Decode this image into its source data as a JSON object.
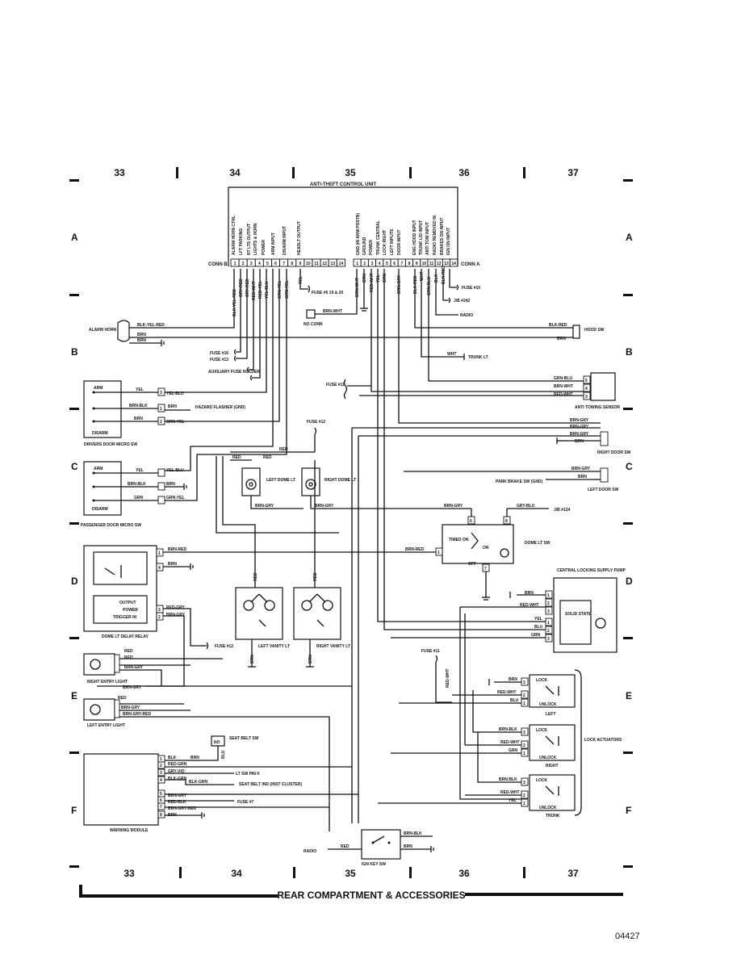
{
  "grid": {
    "columns": [
      "33",
      "34",
      "35",
      "36",
      "37"
    ],
    "rows": [
      "A",
      "B",
      "C",
      "D",
      "E",
      "F"
    ]
  },
  "footer_title": "REAR COMPARTMENT & ACCESSORIES",
  "figure_number": "04427",
  "control_unit": {
    "title": "ANTI-THEFT CONTROL UNIT",
    "conn_b_label": "CONN B",
    "conn_a_label": "CONN A",
    "conn_b_pins": [
      "1",
      "2",
      "3",
      "4",
      "5",
      "6",
      "7",
      "8",
      "9",
      "10",
      "11",
      "12",
      "13",
      "14"
    ],
    "conn_a_pins": [
      "1",
      "2",
      "3",
      "4",
      "5",
      "6",
      "7",
      "8",
      "9",
      "10",
      "11",
      "12",
      "13",
      "14"
    ],
    "conn_b_functions": [
      "ALARM HORN CTRL",
      "LFT PARKING",
      "RT LTS OUTPUT",
      "LIGHTS & HORN",
      "POWER",
      "ARM INPUT",
      "DISARM INPUT",
      "HEADLT OUTPUT"
    ],
    "conn_a_functions": [
      "GND (IN ARM POSTN)",
      "GROUND",
      "POWER",
      "TRUNK CENTRAL",
      "LOCK RIGHT",
      "LEFT INPUTS",
      "DOOR INPUT",
      "ENG HOOD INPUT",
      "TRUNK LID INPUT",
      "ANTI TOW INPUT",
      "RADIO REMOVED IN",
      "BRAKES ON INPUT",
      "IGN ON INPUT"
    ],
    "conn_b_wires": [
      "BLK-YEL-RED",
      "GRY-RED",
      "GRY-RED",
      "RED-WHT",
      "RED-YEL",
      "YEL-BLU",
      "GRN-YEL",
      "GRN-YEL",
      "YEL"
    ],
    "conn_a_wires": [
      "BRN-WHT",
      "BRN",
      "RED-WHT",
      "YEL",
      "GRN",
      "BRN-GRY",
      "BLK-RED",
      "WHT",
      "GRN-BLU",
      "BLK",
      "BLK-RED"
    ]
  },
  "fuses": [
    "FUSE #5 19 & 20",
    "FUSE #16",
    "FUSE #13",
    "AUXILIARY FUSE HOLDER",
    "FUSE #11",
    "FUSE #12",
    "FUSE #12",
    "FUSE #11",
    "FUSE #10",
    "J/B #242",
    "J/B #124",
    "FUSE #7"
  ],
  "top_right": {
    "radio": "RADIO",
    "hood_sw": "HOOD SW",
    "trunk_lt": "TRUNK LT",
    "no_conn": "NO CONN",
    "wire_blk_red": "BLK-RED",
    "wire_brn": "BRN",
    "wire_wht": "WHT",
    "wire_brn_wht": "BRN-WHT"
  },
  "anti_tow": {
    "label": "ANTI TOWING SENSOR",
    "wires": [
      "GRN-BLU",
      "BRN-WHT",
      "RED-WHT"
    ],
    "pins": [
      "5",
      "4",
      "3"
    ]
  },
  "right_door": {
    "label": "RIGHT DOOR SW",
    "wires": [
      "BRN-GRY",
      "BRN-GRY",
      "BRN-GRY",
      "BRN"
    ]
  },
  "left_door": {
    "label": "LEFT DOOR SW",
    "wires": [
      "BRN-GRY",
      "BRN"
    ],
    "park_brake": "PARK BRAKE SW (GND)"
  },
  "alarm_horn": {
    "label": "ALARM HORN",
    "wires": [
      "BLK-YEL-RED",
      "BRN",
      "BRN"
    ]
  },
  "drivers_door": {
    "label": "DRIVERS DOOR MICRO SW",
    "arm": "ARM",
    "disarm": "DISARM",
    "wires": [
      "YEL",
      "BRN-BLK",
      "BRN",
      "YEL-BLU",
      "BRN",
      "GRN-YEL"
    ],
    "pins": [
      "3",
      "1",
      "2"
    ],
    "hazard": "HAZARD FLASHER (GND)"
  },
  "passenger_door": {
    "label": "PASSENGER DOOR MICRO SW",
    "arm": "ARM",
    "disarm": "DISARM",
    "wires": [
      "YEL",
      "BRN-BLK",
      "GRN",
      "YEL-BLU",
      "BRN",
      "GRN-YEL"
    ]
  },
  "dome_lts": {
    "left": "LEFT DOME LT",
    "right": "RIGHT DOME LT",
    "wires": [
      "RED",
      "RED",
      "RED",
      "BRN-GRY",
      "BRN-GRY"
    ]
  },
  "dome_lt_sw": {
    "label": "DOME LT SW",
    "timed_on": "TIMED ON",
    "on": "ON",
    "off": "OFF",
    "pins": [
      "6",
      "8",
      "1",
      "7"
    ],
    "wires": [
      "BRN-GRY",
      "GRY-BLU",
      "BRN-RED"
    ]
  },
  "dome_relay": {
    "label": "DOME LT DELAY RELAY",
    "output": "OUTPUT",
    "power": "POWER",
    "trigger": "TRIGGER IN",
    "pins": [
      "1",
      "4",
      "3",
      "2"
    ],
    "wires": [
      "BRN-RED",
      "BRN",
      "RED-GRY",
      "BRN-GRY"
    ]
  },
  "vanity": {
    "left": "LEFT VANITY LT",
    "right": "RIGHT VANITY LT",
    "wires": [
      "RED",
      "RED",
      "BRN",
      "BRN"
    ]
  },
  "central_pump": {
    "label": "CENTRAL LOCKING SUPPLY PUMP",
    "solid_state": "SOLID STATE",
    "pins": [
      "1",
      "2",
      "3",
      "1",
      "2",
      "3"
    ],
    "wires": [
      "BRN",
      "RED-WHT",
      "YEL",
      "BLU",
      "GRN"
    ]
  },
  "entry_lights": {
    "right": "RIGHT ENTRY LIGHT",
    "left": "LEFT ENTRY LIGHT",
    "right_wires": [
      "RED",
      "RED",
      "BRN-GRY",
      "BRN-GRY"
    ],
    "left_wires": [
      "RED",
      "BRN-GRY",
      "BRN-GRY-RED"
    ]
  },
  "lock_actuators": {
    "label": "LOCK ACTUATORS",
    "lock": "LOCK",
    "unlock": "UNLOCK",
    "sections": [
      "LEFT",
      "RIGHT",
      "TRUNK"
    ],
    "wires": [
      [
        "BRN",
        "RED-WHT",
        "BLU"
      ],
      [
        "BRN-BLK",
        "RED-WHT",
        "GRN"
      ],
      [
        "BRN-BLK",
        "RED-WHT",
        "YEL"
      ]
    ],
    "pins": [
      "3",
      "2",
      "1"
    ]
  },
  "warning_module": {
    "label": "WARNING MODULE",
    "pins": [
      "1",
      "2",
      "3",
      "4",
      "5",
      "6",
      "7",
      "8"
    ],
    "wires": [
      "BLK",
      "RED-GRN",
      "GRY-VIO",
      "BLK-GRN",
      "BRN-GRY",
      "RED-BLK",
      "BRN-GRY-RED",
      "BRN"
    ],
    "seat_belt_sw": "SEAT BELT SW",
    "seat_belt_ind": "SEAT BELT IND (INST CLUSTER)",
    "lt_sw_pin": "LT SW PIN K",
    "no": "NO",
    "blu": "BLU",
    "blk_grn": "BLK-GRN",
    "brn": "BRN"
  },
  "ign_key_sw": {
    "label": "IGN KEY SW",
    "radio": "RADIO",
    "wires": [
      "RED",
      "BRN-BLK",
      "BRN"
    ]
  }
}
